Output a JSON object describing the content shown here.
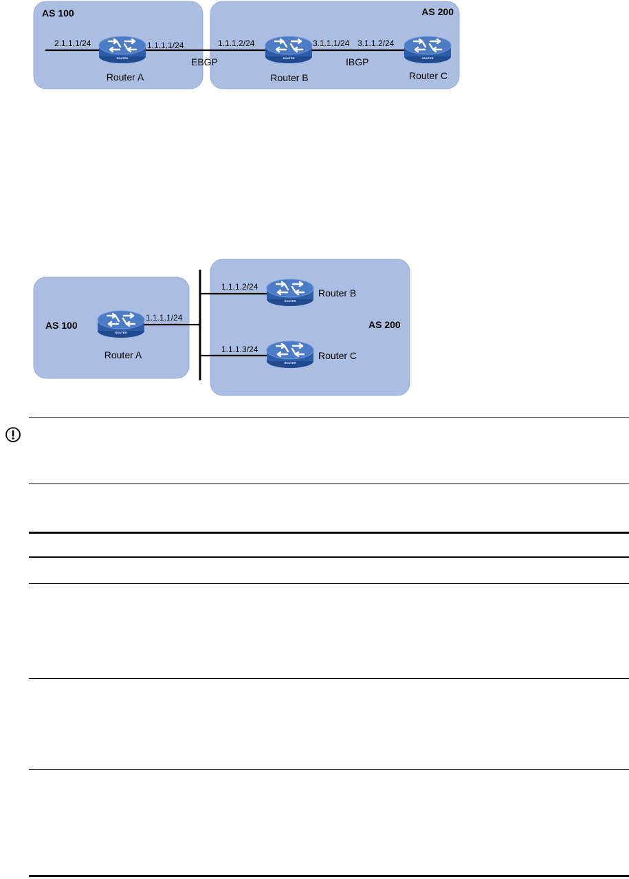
{
  "figure1": {
    "as_left": "AS 100",
    "as_right": "AS 200",
    "routers": [
      "Router A",
      "Router B",
      "Router C"
    ],
    "interfaces": {
      "a_left": "2.1.1.1/24",
      "a_right": "1.1.1.1/24",
      "b_left": "1.1.1.2/24",
      "b_right": "3.1.1.1/24",
      "c_left": "3.1.1.2/24"
    },
    "links": {
      "ebgp": "EBGP",
      "ibgp": "IBGP"
    }
  },
  "figure2": {
    "as_left": "AS 100",
    "as_right": "AS 200",
    "routers": [
      "Router A",
      "Router B",
      "Router C"
    ],
    "interfaces": {
      "a": "1.1.1.1/24",
      "b": "1.1.1.2/24",
      "c": "1.1.1.3/24"
    }
  },
  "router_badge": "ROUTER",
  "icons": {
    "router": "router-icon",
    "caution": "caution-icon"
  },
  "colors": {
    "as_area_fill": "#abbde0",
    "as_area_stroke": "#98acd6",
    "router_body": "#3a66ad",
    "router_top": "#4d7cc7",
    "line": "#000000"
  }
}
